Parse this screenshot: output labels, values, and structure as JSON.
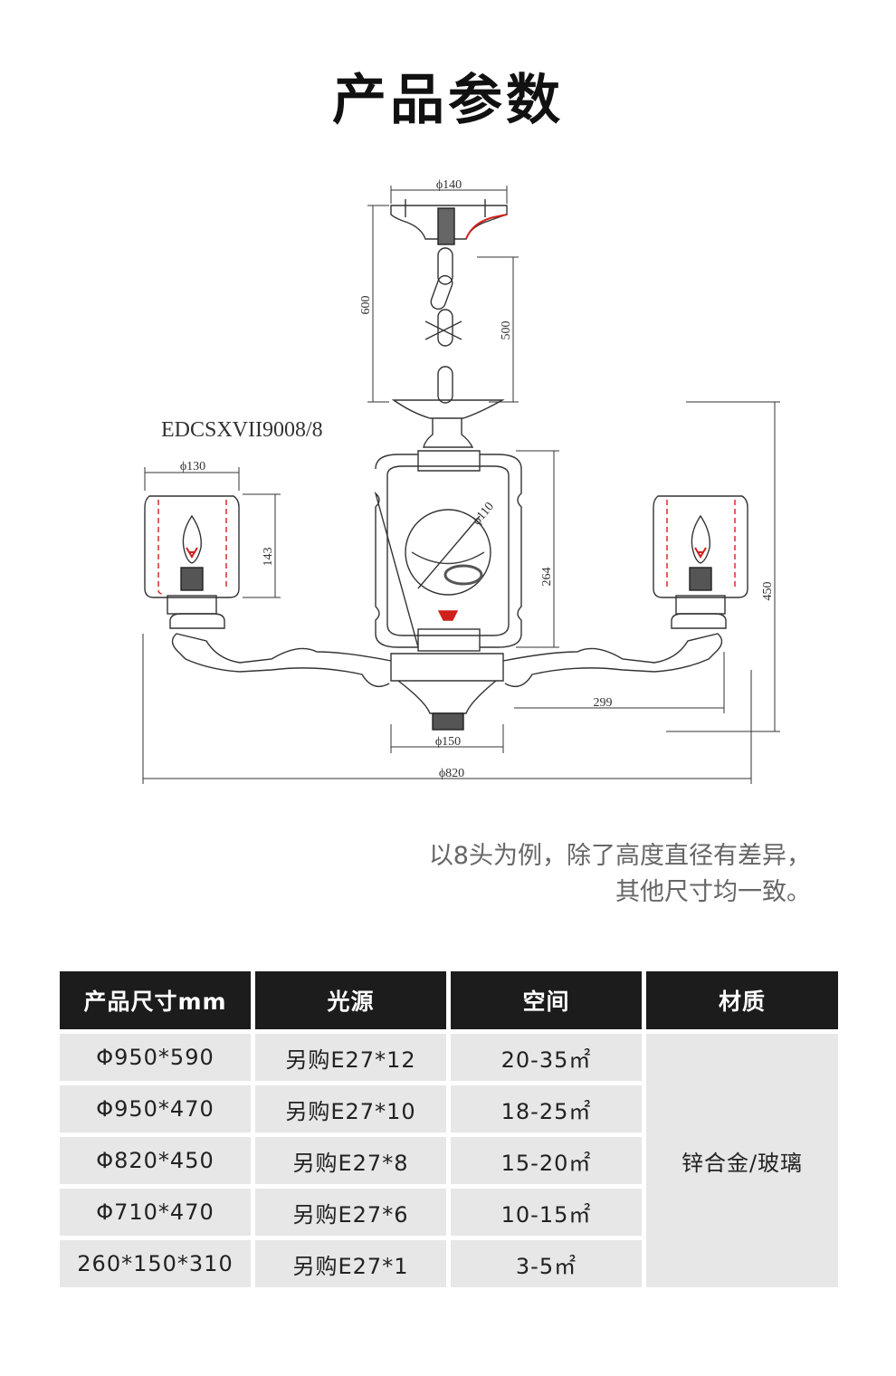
{
  "page": {
    "title": "产品参数"
  },
  "drawing": {
    "model": "EDCSXVII9008/8",
    "dims": {
      "canopy": "ϕ140",
      "chain_total": "600",
      "chain": "500",
      "shade": "ϕ130",
      "shade_height": "143",
      "center_body": "264",
      "center_disc": "ϕ110",
      "arm": "299",
      "height": "450",
      "bottom": "ϕ150",
      "overall": "ϕ820"
    }
  },
  "note": {
    "line1": "以8头为例，除了高度直径有差异，",
    "line2": "其他尺寸均一致。"
  },
  "table": {
    "headers": [
      "产品尺寸mm",
      "光源",
      "空间",
      "材质"
    ],
    "rows": [
      {
        "size": "Φ950*590",
        "light": "另购E27*12",
        "space": "20-35㎡"
      },
      {
        "size": "Φ950*470",
        "light": "另购E27*10",
        "space": "18-25㎡"
      },
      {
        "size": "Φ820*450",
        "light": "另购E27*8",
        "space": "15-20㎡"
      },
      {
        "size": "Φ710*470",
        "light": "另购E27*6",
        "space": "10-15㎡"
      },
      {
        "size": "260*150*310",
        "light": "另购E27*1",
        "space": "3-5㎡"
      }
    ],
    "material": "锌合金/玻璃"
  },
  "colors": {
    "header_bg": "#1c1c1c",
    "cell_bg": "#e7e7e7",
    "accent_red": "#d0201c"
  }
}
